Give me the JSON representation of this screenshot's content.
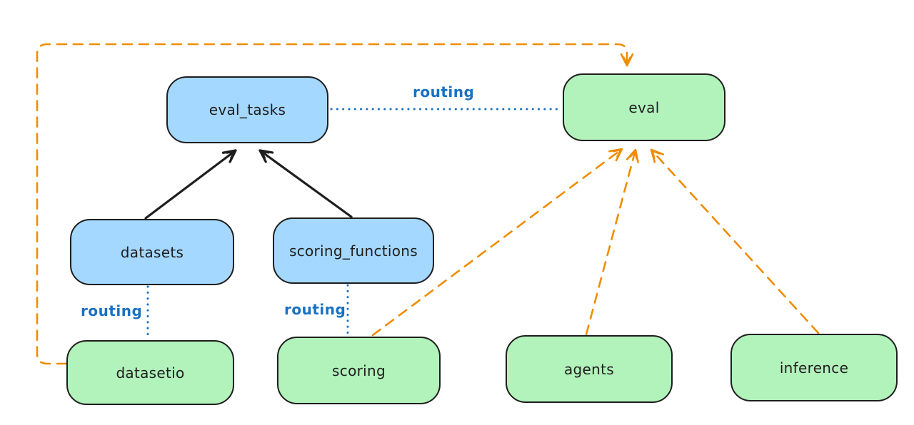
{
  "diagram": {
    "type": "flow-diagram",
    "background": "#ffffff",
    "colors": {
      "blue_fill": "#a5d8ff",
      "green_fill": "#b2f2bb",
      "node_stroke": "#1e1e1e",
      "node_text": "#1e1e1e",
      "black_edge": "#1e1e1e",
      "orange_edge": "#f08c00",
      "blue_edge": "#1971c2",
      "background": "#ffffff"
    },
    "nodes": {
      "eval_tasks": {
        "label": "eval_tasks",
        "fill": "blue"
      },
      "eval": {
        "label": "eval",
        "fill": "green"
      },
      "datasets": {
        "label": "datasets",
        "fill": "blue"
      },
      "scoring_functions": {
        "label": "scoring_functions",
        "fill": "blue"
      },
      "datasetio": {
        "label": "datasetio",
        "fill": "green"
      },
      "scoring": {
        "label": "scoring",
        "fill": "green"
      },
      "agents": {
        "label": "agents",
        "fill": "green"
      },
      "inference": {
        "label": "inference",
        "fill": "green"
      }
    },
    "edge_labels": {
      "eval_tasks_eval": "routing",
      "datasets_datasetio": "routing",
      "scoring_functions_scoring": "routing"
    },
    "edges": [
      {
        "from": "datasets",
        "to": "eval_tasks",
        "style": "solid",
        "color": "black",
        "arrow": true
      },
      {
        "from": "scoring_functions",
        "to": "eval_tasks",
        "style": "solid",
        "color": "black",
        "arrow": true
      },
      {
        "from": "eval_tasks",
        "to": "eval",
        "style": "dotted",
        "color": "blue",
        "arrow": false,
        "label": "routing"
      },
      {
        "from": "datasets",
        "to": "datasetio",
        "style": "dotted",
        "color": "blue",
        "arrow": false,
        "label": "routing"
      },
      {
        "from": "scoring_functions",
        "to": "scoring",
        "style": "dotted",
        "color": "blue",
        "arrow": false,
        "label": "routing"
      },
      {
        "from": "datasetio",
        "to": "eval",
        "style": "dashed",
        "color": "orange",
        "arrow": true,
        "route": "around-left-and-top"
      },
      {
        "from": "scoring",
        "to": "eval",
        "style": "dashed",
        "color": "orange",
        "arrow": true
      },
      {
        "from": "agents",
        "to": "eval",
        "style": "dashed",
        "color": "orange",
        "arrow": true
      },
      {
        "from": "inference",
        "to": "eval",
        "style": "dashed",
        "color": "orange",
        "arrow": true
      }
    ]
  }
}
